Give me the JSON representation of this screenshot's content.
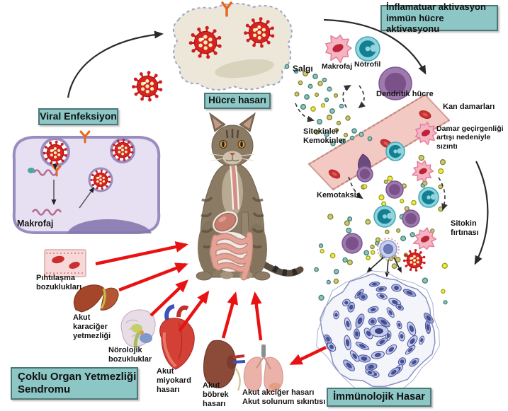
{
  "boxes": {
    "viral_enfeksiyon": "Viral Enfeksiyon",
    "hucre_hasari": "Hücre hasarı",
    "inflamatuar": "İnflamatuar aktivasyon\nimmün hücre aktivasyonu",
    "immunolojik_hasar": "İmmünolojik Hasar",
    "coklu_organ": "Çoklu Organ Yetmezliği\nSendromu"
  },
  "labels": {
    "makrofaj_hucre": "Makrofaj",
    "salgi": "Salgı",
    "makrofaj": "Makrofaj",
    "notrofil": "Nötrofil",
    "dendritik_hucre": "Dendritik hücre",
    "kan_damarlari": "Kan damarları",
    "damar_gecirgenligi": "Damar geçirgenliği\nartışı nedeniyle sızıntı",
    "sitokinler_kemokinler": "Sitokinler\nKemokinler",
    "kemotaksis": "Kemotaksis",
    "sitokin_firtinasi": "Sitokin\nfırtınası",
    "pihtilasma": "Pıhtılaşma\nbozuklukları",
    "karaciger": "Akut\nkaraciğer\nyetmezliği",
    "norolojik": "Nörolojik\nbozukluklar",
    "miyokard": "Akut\nmiyokard\nhasarı",
    "bobrek": "Akut\nböbrek\nhasarı",
    "akciger": "Akut akciğer hasarı\nAkut solunum sıkıntısı"
  },
  "colors": {
    "box_bg": "#8cc6c5",
    "box_border": "#4d7676",
    "arrow_red": "#e91212",
    "virus_red": "#d62222",
    "cell_beige": "#ece7d9",
    "macrophage_purple": "#e6e0f2",
    "vessel_pink": "#f3c9c3",
    "granuloma_blue": "#aeb7e0"
  }
}
